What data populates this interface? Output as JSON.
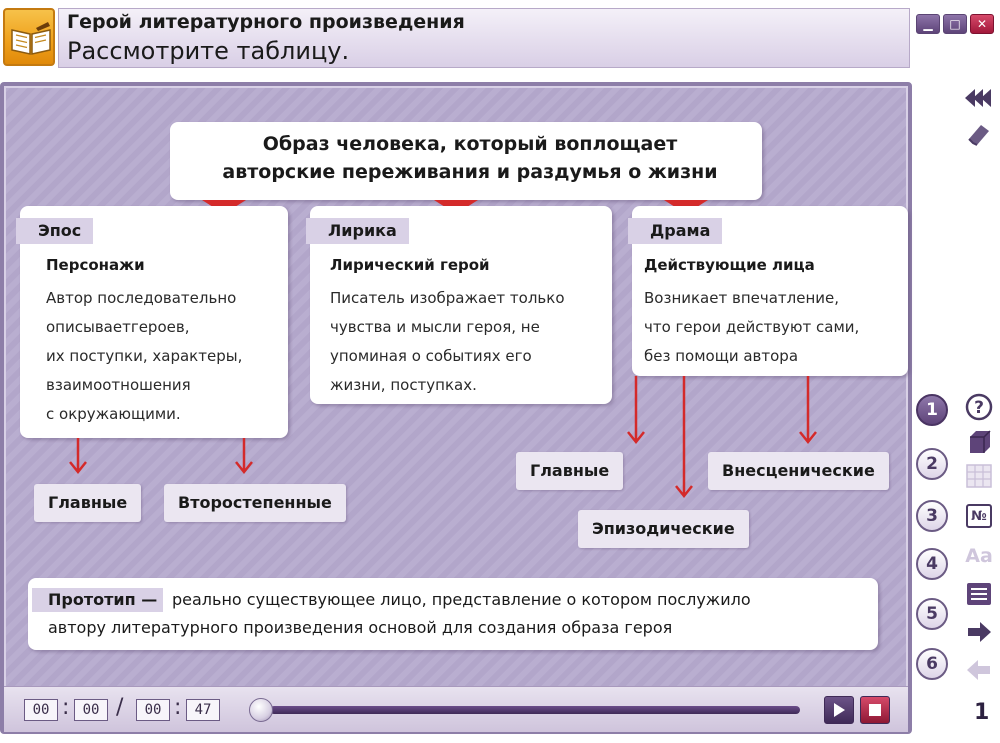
{
  "header": {
    "title": "Герой литературного произведения",
    "subtitle": "Рассмотрите таблицу.",
    "logo_icon": "open-book-icon"
  },
  "window_controls": [
    {
      "name": "minimize",
      "icon": "minimize-icon",
      "glyph": "▁"
    },
    {
      "name": "maximize",
      "icon": "maximize-icon",
      "glyph": "□"
    },
    {
      "name": "close",
      "icon": "close-icon",
      "glyph": "✕"
    }
  ],
  "definition": {
    "line1": "Образ человека, который воплощает",
    "line2": "авторские переживания и раздумья о жизни"
  },
  "columns": [
    {
      "label": "Эпос",
      "subtitle": "Персонажи",
      "lines": [
        "Автор последовательно",
        "описываетгероев,",
        "их поступки, характеры,",
        "взаимоотношения",
        "с окружающими."
      ]
    },
    {
      "label": "Лирика",
      "subtitle": "Лирический герой",
      "lines": [
        "Писатель изображает только",
        "чувства и мысли героя, не",
        "упоминая о событиях его",
        "жизни, поступках."
      ]
    },
    {
      "label": "Драма",
      "subtitle": "Действующие лица",
      "lines": [
        "Возникает впечатление,",
        "что герои действуют сами,",
        "без помощи автора"
      ]
    }
  ],
  "tags": {
    "epic_main": "Главные",
    "epic_secondary": "Второстепенные",
    "drama_main": "Главные",
    "drama_episodic": "Эпизодические",
    "drama_offstage": "Внесценические"
  },
  "prototype": {
    "term": "Прототип",
    "dash": "—",
    "line1": "реально существующее лицо, представление о котором послужило",
    "line2": "автору литературного произведения основой для создания образа героя"
  },
  "player": {
    "current_mm": "00",
    "current_ss": "00",
    "total_mm": "00",
    "total_ss": "47",
    "separator": "/",
    "progress": 0.0
  },
  "sidebar": {
    "top_icons": [
      "rewind-icon",
      "eraser-icon"
    ],
    "steps": [
      "1",
      "2",
      "3",
      "4",
      "5",
      "6"
    ],
    "active_step": "1",
    "tools": [
      "help-icon",
      "cube-icon",
      "grid-icon",
      "number-icon",
      "font-icon",
      "list-icon",
      "next-arrow-icon",
      "prev-arrow-icon"
    ],
    "numbering_label": "№",
    "font_label": "Aa",
    "help_label": "?",
    "page_number": "1"
  },
  "colors": {
    "accent": "#5e4479",
    "arrow_red": "#d42a2a",
    "panel_bg": "#b9aed0",
    "label_bg": "#d9d1e6",
    "logo_orange": "#ef9f1a"
  }
}
